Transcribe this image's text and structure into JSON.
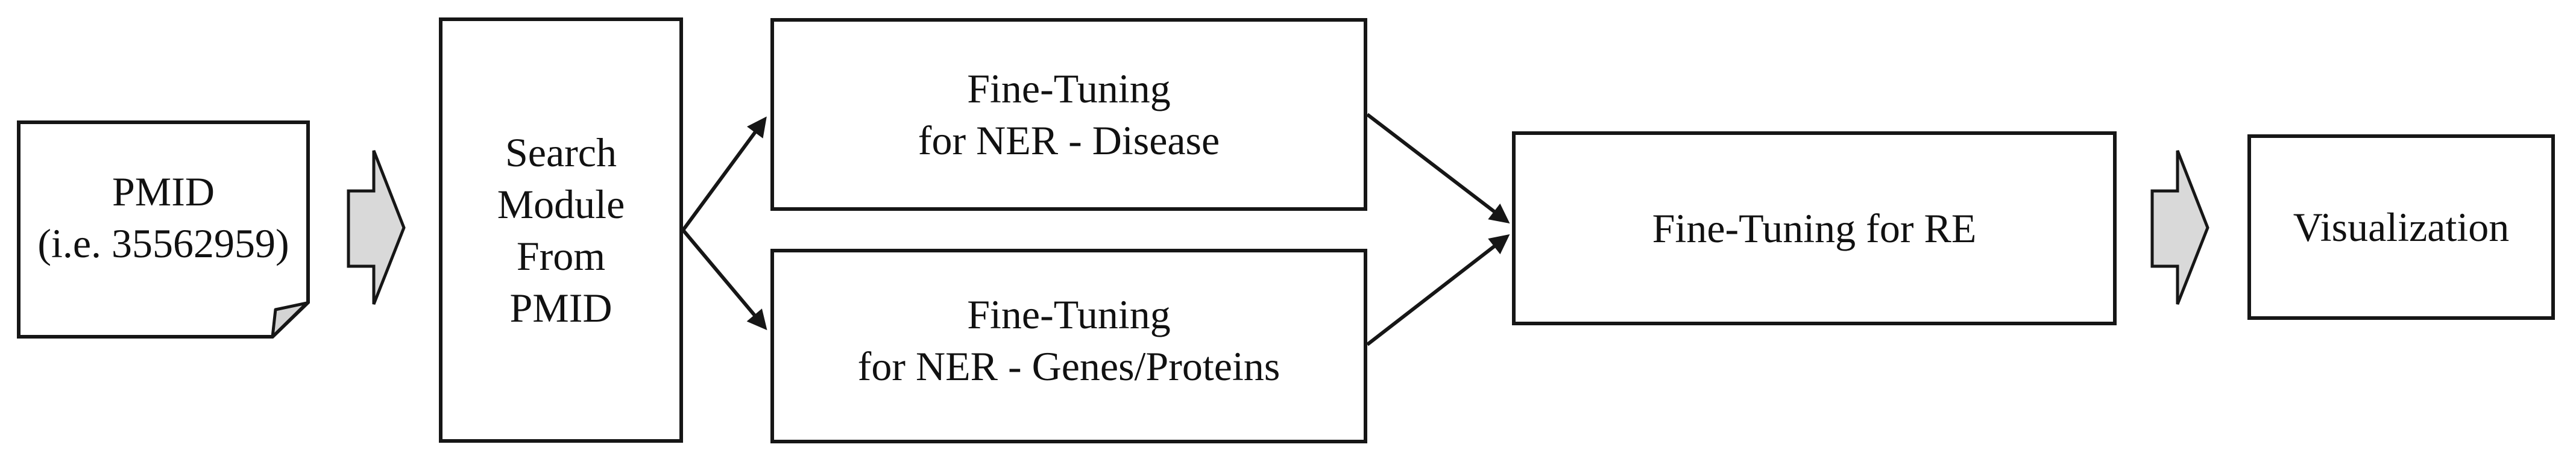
{
  "figure": {
    "type": "flowchart",
    "orientation": "left-to-right"
  },
  "colors": {
    "background": "#ffffff",
    "stroke": "#161616",
    "text": "#111111",
    "box_fill": "#ffffff",
    "block_arrow_fill": "#d9d9d9",
    "fold_fill": "#d4d4d4"
  },
  "nodes": {
    "pmid": {
      "shape": "document-folded-corner",
      "lines": [
        "PMID",
        "(i.e. 35562959)"
      ]
    },
    "search": {
      "shape": "rectangle",
      "lines": [
        "Search",
        "Module",
        "From",
        "PMID"
      ]
    },
    "ner_disease": {
      "shape": "rectangle",
      "lines": [
        "Fine-Tuning",
        "for NER - Disease"
      ]
    },
    "ner_genes": {
      "shape": "rectangle",
      "lines": [
        "Fine-Tuning",
        "for NER - Genes/Proteins"
      ]
    },
    "re": {
      "shape": "rectangle",
      "lines": [
        "Fine-Tuning for RE"
      ]
    },
    "visualization": {
      "shape": "rectangle",
      "lines": [
        "Visualization"
      ]
    }
  },
  "connections": [
    {
      "from": "pmid",
      "to": "search",
      "style": "block-arrow"
    },
    {
      "from": "search",
      "to": "ner_disease",
      "style": "thin-arrow"
    },
    {
      "from": "search",
      "to": "ner_genes",
      "style": "thin-arrow"
    },
    {
      "from": "ner_disease",
      "to": "re",
      "style": "thin-arrow"
    },
    {
      "from": "ner_genes",
      "to": "re",
      "style": "thin-arrow"
    },
    {
      "from": "re",
      "to": "visualization",
      "style": "block-arrow"
    }
  ]
}
